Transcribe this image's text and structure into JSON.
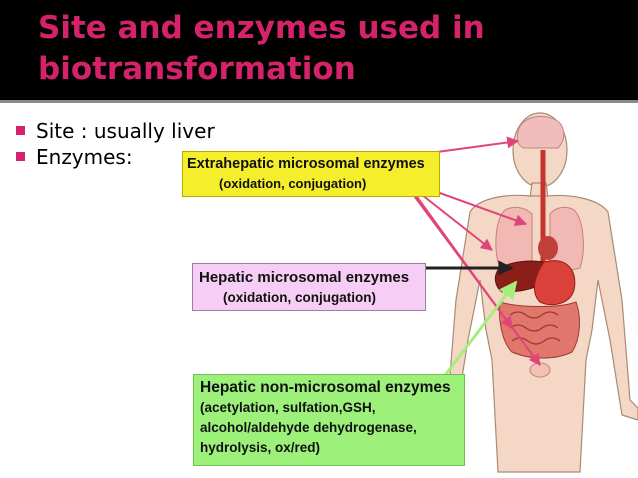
{
  "slide": {
    "title_line1": "Site and enzymes used in",
    "title_line2": "biotransformation",
    "bullets": [
      {
        "text": "Site : usually liver"
      },
      {
        "text": "Enzymes:"
      }
    ]
  },
  "boxes": {
    "extrahepatic": {
      "line1": "Extrahepatic microsomal enzymes",
      "line2": "(oxidation, conjugation)",
      "color": "#f5ee2a"
    },
    "hepatic_microsomal": {
      "line1": "Hepatic microsomal enzymes",
      "line2": "(oxidation, conjugation)",
      "color": "#f6cdf5"
    },
    "hepatic_non_microsomal": {
      "line1": "Hepatic non-microsomal enzymes",
      "line2": "(acetylation, sulfation,GSH,",
      "line3": "alcohol/aldehyde dehydrogenase,",
      "line4": "hydrolysis, ox/red)",
      "color": "#9df07a"
    }
  },
  "colors": {
    "title": "#d4226b",
    "bullet_marker": "#d4226b",
    "arrow_extrahepatic": "#e0457a",
    "arrow_hepatic": "#222222",
    "arrow_non_microsomal": "#a6ee7c"
  }
}
